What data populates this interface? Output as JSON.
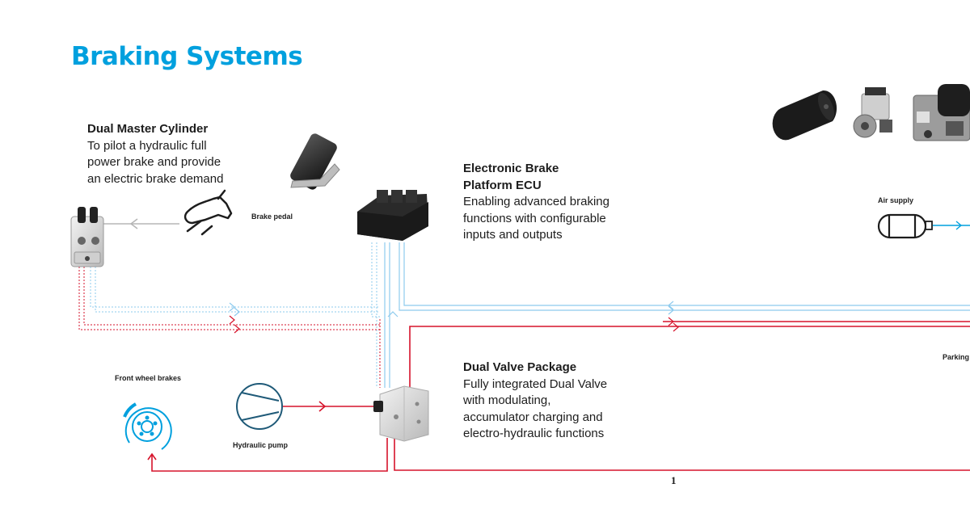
{
  "page": {
    "title": "Braking Systems",
    "page_number": "1"
  },
  "components": {
    "dual_master_cylinder": {
      "title": "Dual Master Cylinder",
      "description": "To pilot a hydraulic full power brake and provide an electric brake demand"
    },
    "ecu": {
      "title": "Electronic Brake Platform ECU",
      "description": "Enabling advanced braking functions with configurable inputs and outputs"
    },
    "dual_valve_package": {
      "title": "Dual Valve Package",
      "description": "Fully integrated Dual Valve with modulating, accumulator charging and electro-hydraulic functions"
    }
  },
  "labels": {
    "brake_pedal": "Brake pedal",
    "front_wheel_brakes": "Front wheel brakes",
    "hydraulic_pump": "Hydraulic pump",
    "air_supply": "Air supply",
    "parking": "Parking"
  },
  "icons": {
    "foot_pedal": "foot-pedal-icon",
    "wheel_brake": "wheel-brake-icon",
    "pump": "hydraulic-pump-icon",
    "air_tank": "air-tank-icon"
  },
  "colors": {
    "brand_blue": "#00a0de",
    "hydraulic_red": "#d6132b",
    "electric_blue": "#8ecbee",
    "pump_teal": "#1f5a78"
  }
}
